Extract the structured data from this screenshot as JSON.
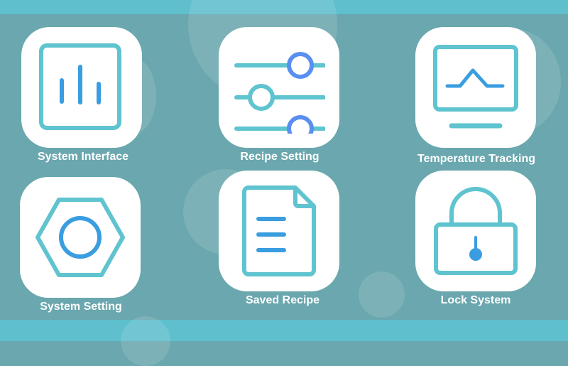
{
  "colors": {
    "background": "#6aa7ae",
    "bar": "#5fbfcd",
    "icon_primary": "#5fc4cf",
    "icon_accent": "#3a9de0",
    "slider_knob": "#5a8ff2",
    "tile": "#ffffff",
    "label": "#ffffff"
  },
  "tiles": [
    {
      "label": "System Interface",
      "icon": "bar-chart-icon"
    },
    {
      "label": "Recipe Setting",
      "icon": "sliders-icon"
    },
    {
      "label": "Temperature Tracking",
      "icon": "monitor-graph-icon"
    },
    {
      "label": "System Setting",
      "icon": "hex-nut-icon"
    },
    {
      "label": "Saved Recipe",
      "icon": "document-icon"
    },
    {
      "label": "Lock System",
      "icon": "padlock-icon"
    }
  ]
}
